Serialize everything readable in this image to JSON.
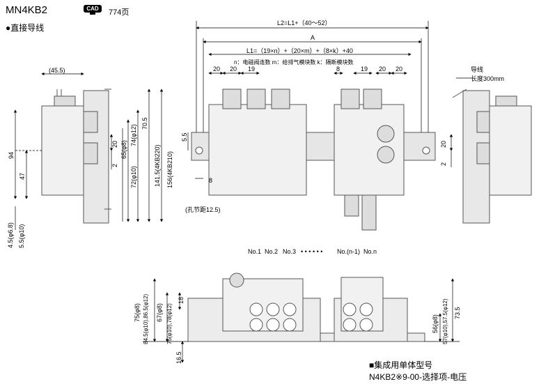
{
  "header": {
    "model": "MN4KB2",
    "cad_badge": "CAD",
    "page_ref": "774页",
    "subtitle": "●直接导线"
  },
  "footer": {
    "title": "■集成用单体型号",
    "spec": "N4KB2※9-00-选择项-电压"
  },
  "left_view": {
    "dims": {
      "top_width": "(45.5)",
      "overall_h": "94",
      "half_h": "47",
      "d_70_5": "70.5",
      "d_74": "74(φ12)",
      "d_72": "72(φ10)",
      "d_65": "65(φ8)",
      "d_20": "20",
      "d_2": "2",
      "d_141": "141.5(4KB220)",
      "d_156": "156(4KB210)",
      "d_4_5": "4.5(φ6.8)",
      "d_5_5": "5.5(φ10)"
    }
  },
  "front_view": {
    "dims": {
      "l2": "L2=L1+（40～52）",
      "a": "A",
      "l1": "L1=（19×n）+（20×m）+（8×k）+40",
      "legend": "n：电磁阀连数   m：给排气模块数   k：隔断模块数",
      "d20a": "20",
      "d20b": "20",
      "d19a": "19",
      "d8": "8",
      "d19b": "19",
      "d20c": "20",
      "d20d": "20",
      "d5_5": "5.5",
      "d8b": "8",
      "pitch": "(孔节距12.5)"
    }
  },
  "right_view": {
    "dims": {
      "wire_label": "导线",
      "wire_length": "长度300mm",
      "d20": "20",
      "d2": "2"
    }
  },
  "bottom_view": {
    "stations": [
      "No.1",
      "No.2",
      "No.3",
      "• • • • • •",
      "No.(n-1)",
      "No.n"
    ],
    "dims": {
      "d18": "18",
      "d75": "75(φ8)",
      "d84_5": "84.5(φ10),86.5(φ12)",
      "d67": "67(φ8)",
      "d75b": "75(φ10),78(φ12)",
      "d16_5": "16.5",
      "d56": "56(φ8)",
      "d57": "57(φ10),57.5(φ12)",
      "d73_5": "73.5"
    }
  }
}
